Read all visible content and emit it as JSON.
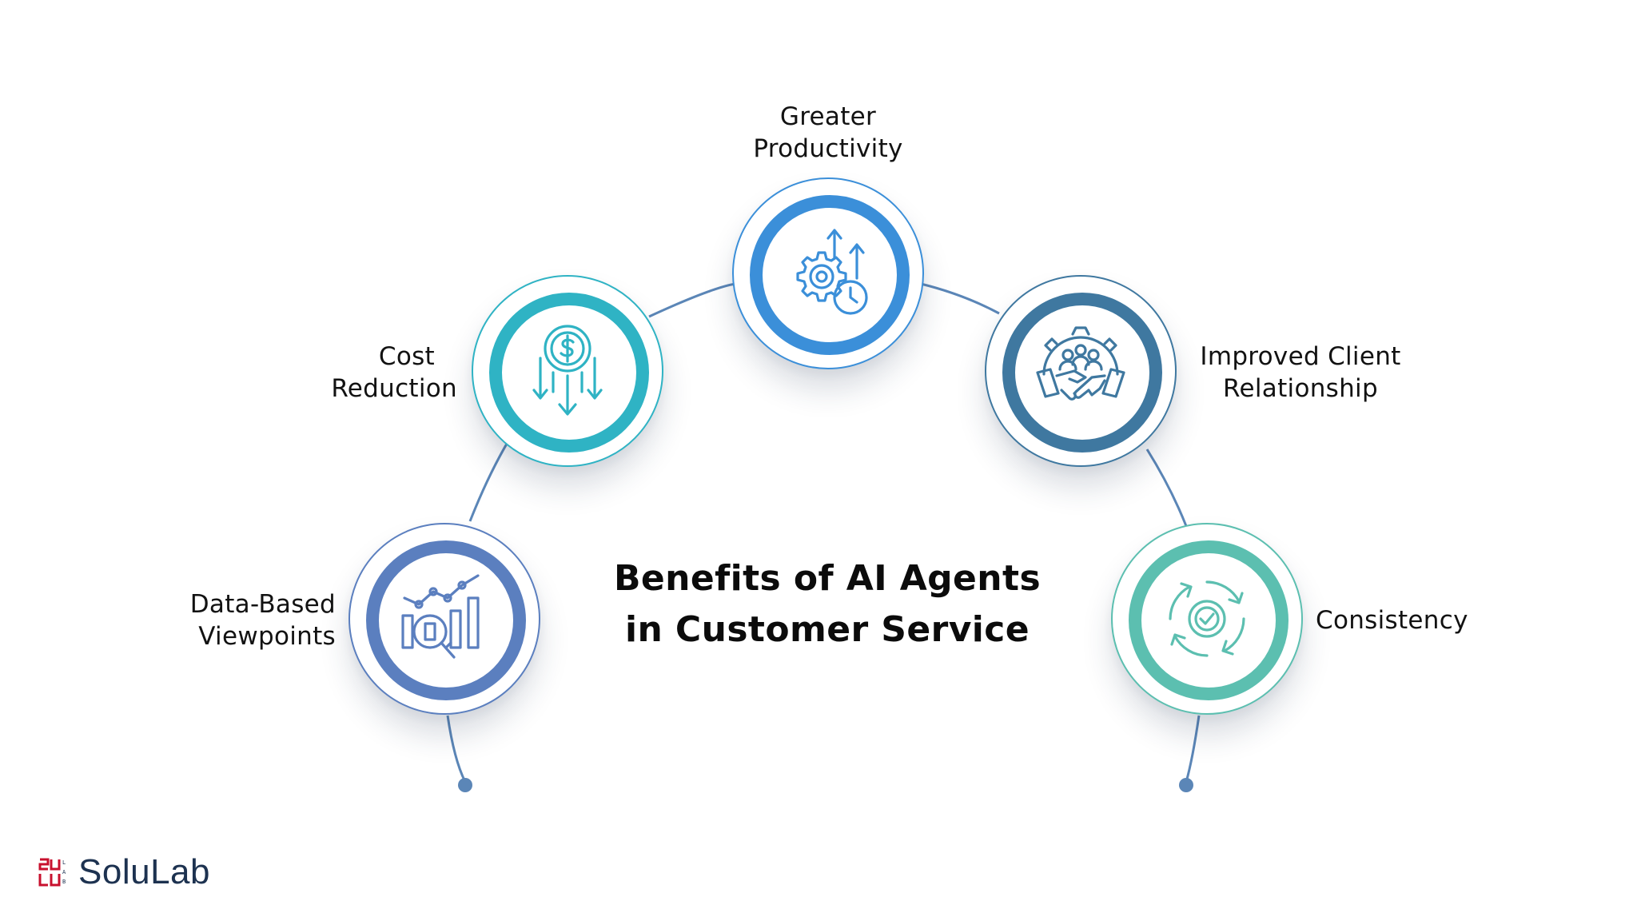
{
  "title": {
    "line1": "Benefits of AI Agents",
    "line2": "in Customer Service"
  },
  "benefits": [
    {
      "label_line1": "Data-Based",
      "label_line2": "Viewpoints",
      "icon": "data-analytics-icon",
      "color": "#5b7fbf"
    },
    {
      "label_line1": "Cost",
      "label_line2": "Reduction",
      "icon": "cost-reduction-icon",
      "color": "#2fb3c4"
    },
    {
      "label_line1": "Greater",
      "label_line2": "Productivity",
      "icon": "productivity-gear-icon",
      "color": "#3b8fd9"
    },
    {
      "label_line1": "Improved Client",
      "label_line2": "Relationship",
      "icon": "handshake-gear-icon",
      "color": "#3f78a0"
    },
    {
      "label_line1": "Consistency",
      "label_line2": "",
      "icon": "consistency-cycle-icon",
      "color": "#5cbfb0"
    }
  ],
  "arc_color": "#5b86b7",
  "brand": {
    "name": "SoluLab",
    "accent": "#c8102e",
    "text_color": "#1d3250"
  }
}
